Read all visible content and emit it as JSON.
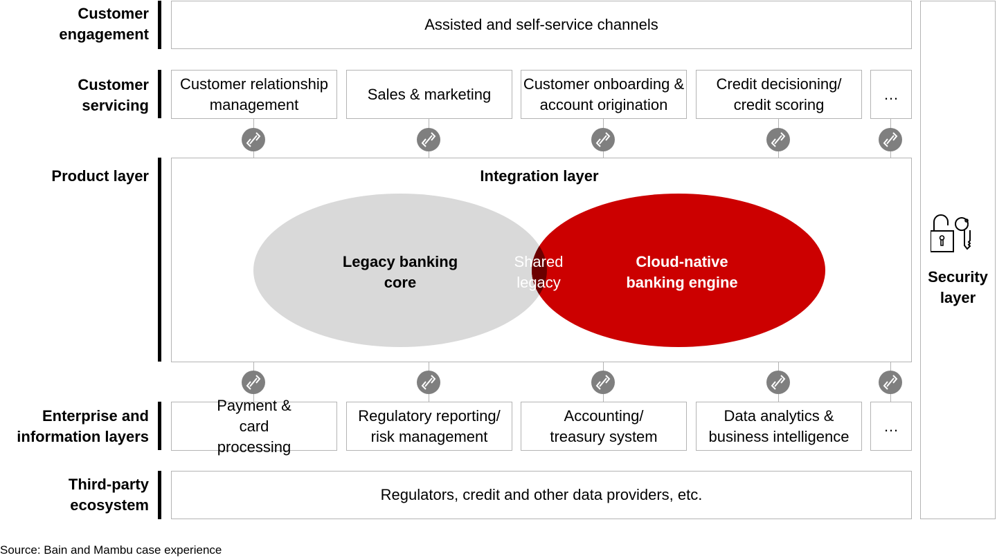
{
  "layers": {
    "engagement": "Customer engagement",
    "servicing": "Customer servicing",
    "product": "Product layer",
    "enterprise": "Enterprise and information layers",
    "third_party": "Third-party ecosystem"
  },
  "engagement_box": "Assisted and self-service channels",
  "servicing_boxes": [
    "Customer relationship management",
    "Sales & marketing",
    "Customer onboarding & account origination",
    "Credit decisioning/ credit scoring",
    "…"
  ],
  "integration_title": "Integration layer",
  "venn": {
    "legacy": "Legacy banking core",
    "shared": "Shared legacy",
    "cloud": "Cloud-native banking engine"
  },
  "enterprise_boxes": [
    "Payment & card processing",
    "Regulatory reporting/ risk management",
    "Accounting/ treasury system",
    "Data analytics & business intelligence",
    "…"
  ],
  "third_party_box": "Regulators, credit and other data providers, etc.",
  "security": "Security layer",
  "source": "Source: Bain and Mambu case experience",
  "colors": {
    "red": "#cc0000",
    "dark_red": "#6b0000",
    "gray": "#d9d9d9",
    "link": "#7f7f7f"
  }
}
